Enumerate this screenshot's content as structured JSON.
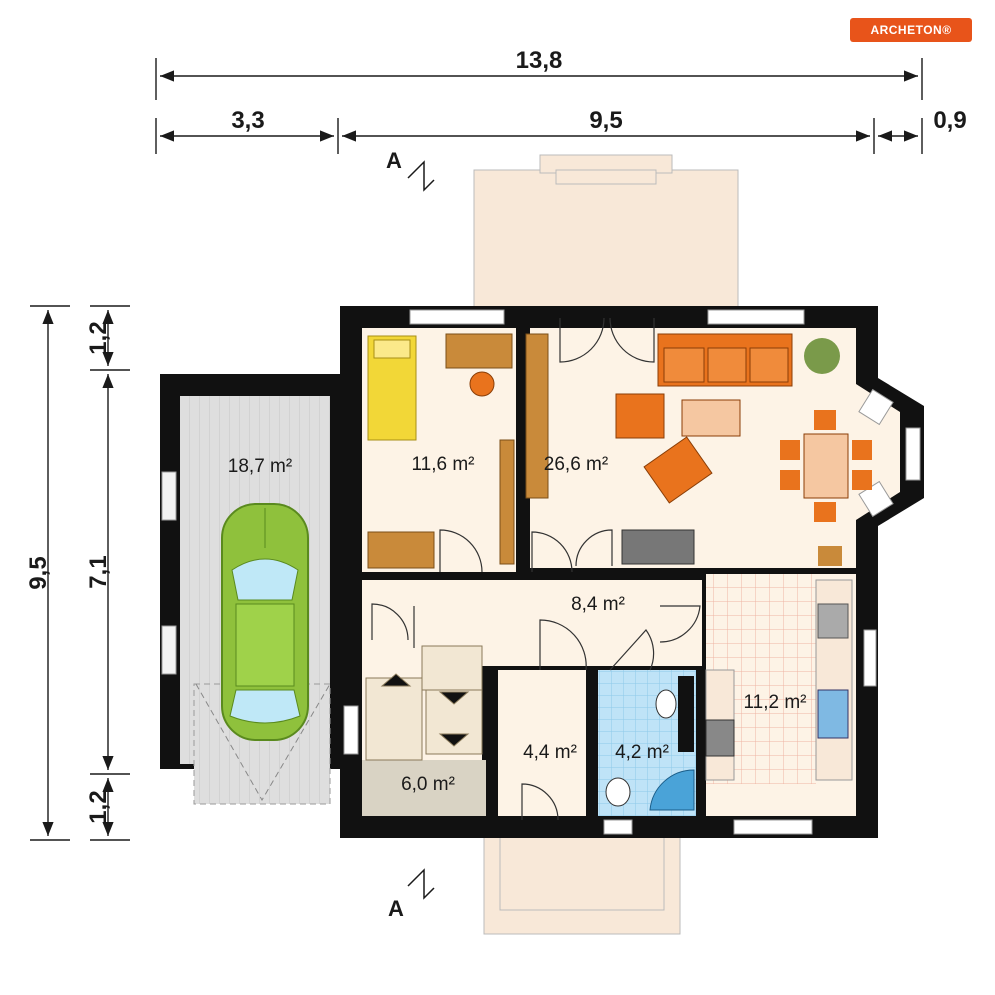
{
  "brand": {
    "name": "ARCHETON",
    "reg": "®"
  },
  "dimensions": {
    "total_width": "13,8",
    "segment_left": "3,3",
    "segment_middle": "9,5",
    "segment_right": "0,9",
    "total_depth": "9,5",
    "depth_top": "1,2",
    "depth_middle": "7,1",
    "depth_bottom": "1,2"
  },
  "section_marker": {
    "top": "A",
    "bottom": "A"
  },
  "rooms": {
    "garage": "18,7 m²",
    "bedroom": "11,6 m²",
    "living_room": "26,6 m²",
    "hall": "8,4 m²",
    "kitchen": "11,2 m²",
    "storage": "6,0 m²",
    "vestibule": "4,4 m²",
    "bathroom": "4,2 m²"
  },
  "colors": {
    "wall": "#111111",
    "floor": "#fdf3e6",
    "garage_floor": "#dcdcdc",
    "storage_floor": "#d9d3c4",
    "bath_tile": "#bfe3f7",
    "kitchen_tile": "#f2c1b4",
    "terrace": "#f8e8d8",
    "furniture_orange": "#e9731d",
    "furniture_wood": "#c98a3a",
    "bed_yellow": "#f2d737",
    "car_green": "#8fc13c",
    "accent": "#e8541a"
  }
}
